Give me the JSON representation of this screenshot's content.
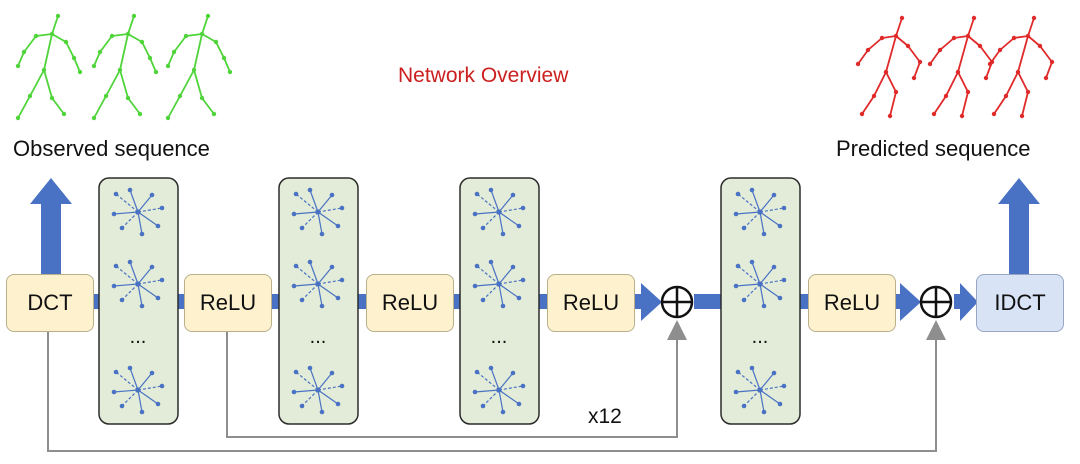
{
  "title": "Network Overview",
  "observed_label": "Observed sequence",
  "predicted_label": "Predicted sequence",
  "repeat_label": "x12",
  "ellipsis": "...",
  "blocks": {
    "dct": "DCT",
    "relu_1": "ReLU",
    "relu_2": "ReLU",
    "relu_3": "ReLU",
    "relu_4": "ReLU",
    "idct": "IDCT"
  },
  "colors": {
    "title": "#cc1f1f",
    "observed_skeleton": "#4fd43a",
    "predicted_skeleton": "#e02a2a",
    "flow_arrow": "#4a72c4",
    "op_block_fill": "#fdf1ce",
    "idct_block_fill": "#d8e3f6",
    "gcn_panel_fill": "#e2ecd8",
    "graph_nodes": "#4a72c4",
    "skip_line": "#8e8e8e"
  }
}
